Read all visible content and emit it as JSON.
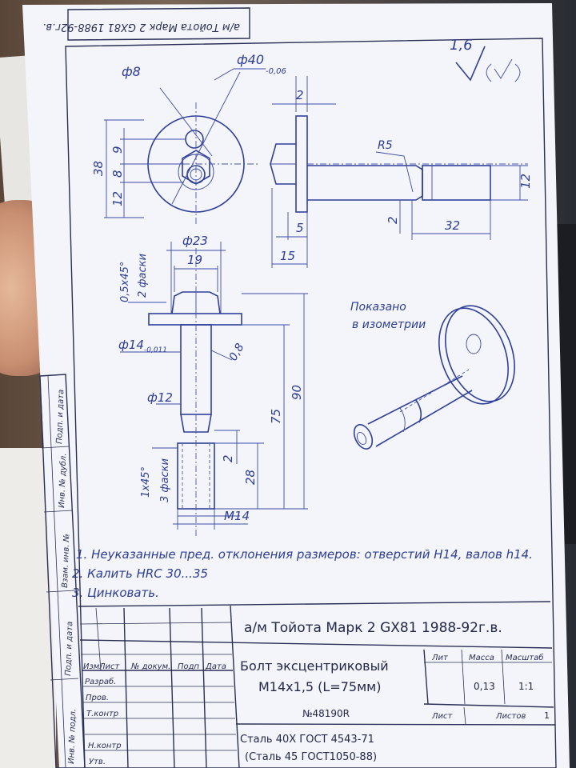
{
  "stamp_top": "а/м Тойота Марк 2 GX81 1988-92г.в.",
  "roughness": "1,6",
  "top_view": {
    "dim_hole": "ф8",
    "dim_disc": "ф40",
    "dim_disc_tol": "-0,06",
    "dim_38": "38",
    "dim_12": "12",
    "dim_8": "8",
    "dim_9": "9"
  },
  "side_view": {
    "dim_2_top": "2",
    "dim_r5": "R5",
    "dim_12": "12",
    "dim_2_groove": "2",
    "dim_5": "5",
    "dim_15": "15",
    "dim_32": "32"
  },
  "front_view": {
    "dim_23": "ф23",
    "dim_19": "19",
    "chamfer_top": "0,5х45°",
    "chamfer_top_note": "2 фаски",
    "dim_14": "ф14",
    "dim_14_tol": "-0,011",
    "roughness_08": "0,8",
    "dim_12": "ф12",
    "chamfer_bottom": "1х45°",
    "chamfer_bottom_note": "3 фаски",
    "dim_2": "2",
    "dim_28": "28",
    "dim_75": "75",
    "dim_90": "90",
    "thread": "М14"
  },
  "iso_caption_1": "Показано",
  "iso_caption_2": "в изометрии",
  "notes": [
    "1. Неуказанные пред. отклонения размеров: отверстий Н14, валов h14.",
    "2. Калить HRC 30...35",
    "3. Цинковать."
  ],
  "side_strip": [
    "Подп. и дата",
    "Инв. № дубл.",
    "Взам. инв. №",
    "Подп. и дата",
    "Инв. № подл."
  ],
  "title_block": {
    "vehicle": "а/м Тойота Марк 2 GX81 1988-92г.в.",
    "part_name_1": "Болт эксцентриковый",
    "part_name_2": "М14х1,5 (L=75мм)",
    "part_number": "№48190R",
    "material_1": "Сталь 40Х  ГОСТ 4543-71",
    "material_2": "(Сталь 45 ГОСТ1050-88)",
    "col_izm": "Изм",
    "col_list": "Лист",
    "col_doc": "№ докум.",
    "col_podp": "Подп",
    "col_data": "Дата",
    "row_razrab": "Разраб.",
    "row_prov": "Пров.",
    "row_tkontr": "Т.контр",
    "row_nkontr": "Н.контр",
    "row_utv": "Утв.",
    "hdr_lit": "Лит",
    "hdr_massa": "Масса",
    "hdr_masshtab": "Масштаб",
    "mass_value": "0,13",
    "scale_value": "1:1",
    "sheet_label": "Лист",
    "sheets_label": "Листов",
    "sheets_value": "1"
  }
}
